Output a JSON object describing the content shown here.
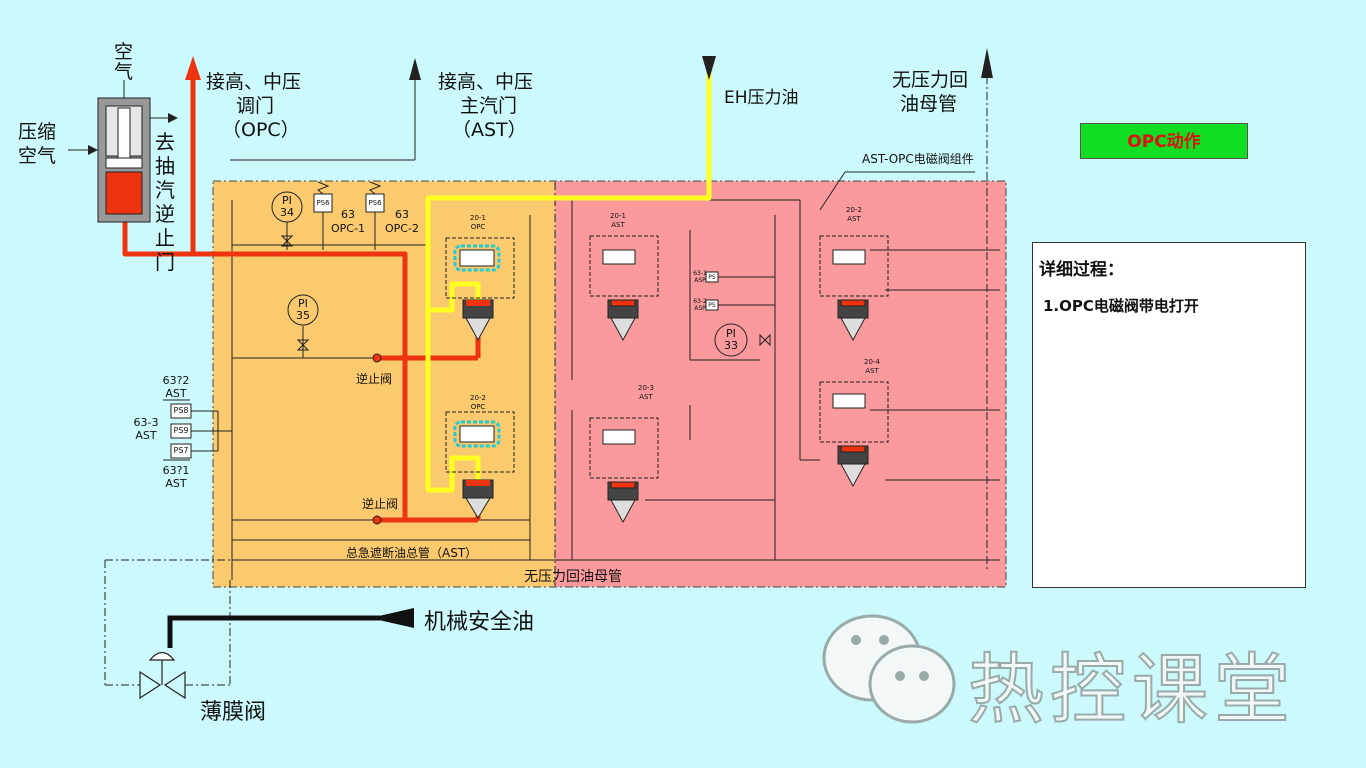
{
  "labels": {
    "air": "空气",
    "compressed_air": "压缩空气",
    "to_extraction_check": "去抽汽逆止门",
    "hp_ip_governor_1": "接高、中压",
    "hp_ip_governor_2": "调门",
    "hp_ip_governor_3": "（OPC）",
    "hp_ip_main_1": "接高、中压",
    "hp_ip_main_2": "主汽门",
    "hp_ip_main_3": "（AST）",
    "eh_oil": "EH压力油",
    "drain_header_top_1": "无压力回",
    "drain_header_top_2": "油母管",
    "solenoid_assembly": "AST-OPC电磁阀组件",
    "pi34": "PI\n34",
    "pi35": "PI\n35",
    "pi33": "PI\n33",
    "ps6a": "PS6",
    "ps6b": "PS6",
    "opc1": "63\nOPC-1",
    "opc2": "63\nOPC-2",
    "check_valve_1": "逆止阀",
    "check_valve_2": "逆止阀",
    "ast_header": "总急遮断油总管（AST）",
    "drain_header_bottom": "无压力回油母管",
    "sw_632": "63?2\nAST",
    "sw_633": "63-3\nAST",
    "sw_631": "63?1\nAST",
    "ps8": "PS8",
    "ps9": "PS9",
    "ps7": "PS7",
    "v20_1_opc": "20-1\nOPC",
    "v20_2_opc": "20-2\nOPC",
    "v20_1_ast": "20-1\nAST",
    "v20_3_ast": "20-3\nAST",
    "v20_2_ast": "20-2\nAST",
    "v20_4_ast": "20-4\nAST",
    "asp1": "63-1\nASP",
    "asp2": "63-2\nASP",
    "ps_a": "PS",
    "ps_b": "PS",
    "mech_safety_oil": "机械安全油",
    "diaphragm_valve": "薄膜阀"
  },
  "action_button": "OPC动作",
  "detail": {
    "title": "详细过程：",
    "step1": "1.OPC电磁阀带电打开"
  },
  "watermark": "热控课堂",
  "colors": {
    "background": "#ccfafc",
    "opc_zone": "#fbc96e",
    "ast_zone": "#fa9a9c",
    "pressure_line": "#ee3311",
    "eh_line": "#ffff22",
    "highlight": "#22cccc",
    "button": "#11dd22",
    "button_text": "#dd1111"
  }
}
